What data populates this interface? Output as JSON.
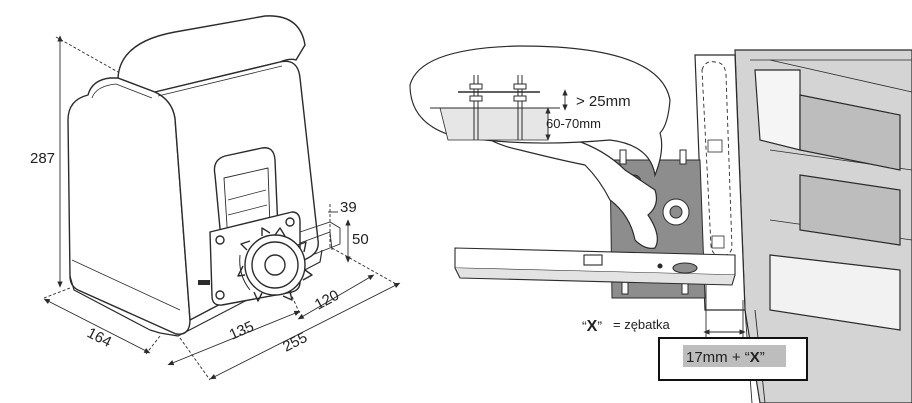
{
  "motor_dimensions": {
    "height": "287",
    "width": "164",
    "depth": "255",
    "pinion_offset": "135",
    "rack_distance": "120",
    "rack_height": "50",
    "rack_thickness": "39"
  },
  "installation": {
    "bolt_protrusion": "> 25mm",
    "anchor_depth": "60-70mm",
    "rack_symbol": "X",
    "rack_legend": "= zębatka",
    "gap_formula_prefix": "17mm + ",
    "gap_formula_symbol": "X"
  },
  "colors": {
    "line": "#2b2b2b",
    "plate": "#8d8d8d",
    "gate_shadow": "#cfcfcf",
    "formula_highlight": "#bdbdbd",
    "concrete_fill": "#e6e6e6"
  }
}
